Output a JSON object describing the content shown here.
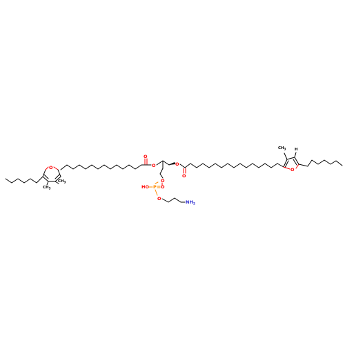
{
  "colors": {
    "carbon": "#000000",
    "oxygen": "#ff0000",
    "phosphorus": "#ff8c00",
    "nitrogen": "#2b2bd0",
    "background": "#ffffff"
  },
  "atoms": {
    "o_furan_left": "O",
    "me1_left": "CH",
    "me1_left_sub": "3",
    "me2_left": "CH",
    "me2_left_sub": "3",
    "o_carbonyl_left": "O",
    "o_ester_left": "O",
    "o_ester_right": "O",
    "o_carbonyl_right": "O",
    "o_phos_glycerol": "O",
    "o_phos_oh": "HO",
    "p_atom": "P",
    "o_phos_double": "O",
    "o_phos_ethanol": "O",
    "n_amine": "NH",
    "n_amine_sub": "2",
    "o_furan_right": "O",
    "me_right": "CH",
    "me_right_sub": "3",
    "h_right": "H"
  }
}
